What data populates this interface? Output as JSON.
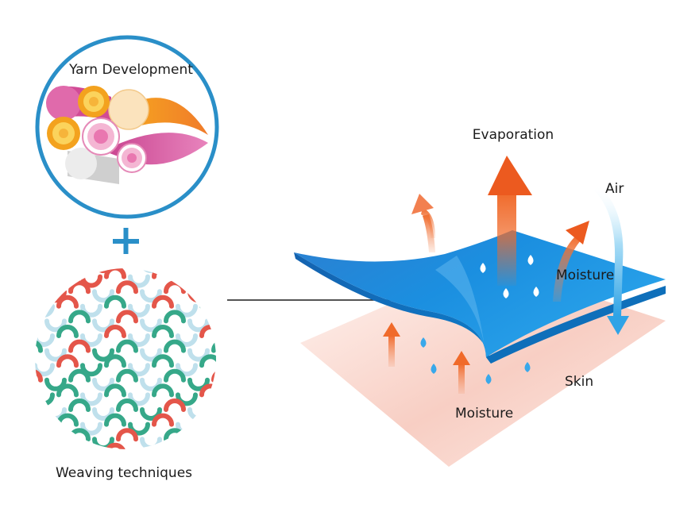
{
  "labels": {
    "yarn_development": "Yarn Development",
    "plus": "+",
    "weaving_techniques": "Weaving techniques",
    "evaporation": "Evaporation",
    "air": "Air",
    "moisture_upper": "Moisture",
    "skin": "Skin",
    "moisture_lower": "Moisture"
  },
  "colors": {
    "ring": "#2a8fc8",
    "plus": "#2a8fc8",
    "fabric_top": "#1e88d6",
    "fabric_edge": "#0f6fb8",
    "arrow_orange": "#f06a2a",
    "skin_pink": "#f7c9bd",
    "drop_blue": "#39a8ea",
    "weave_red": "#e4564a",
    "weave_green": "#36a889",
    "weave_lightblue": "#bfe0ec",
    "yarn_pink": "#d8509a",
    "yarn_orange": "#f3a21e",
    "yarn_cream": "#fbe6c2",
    "yarn_grey": "#d9d9d9"
  }
}
